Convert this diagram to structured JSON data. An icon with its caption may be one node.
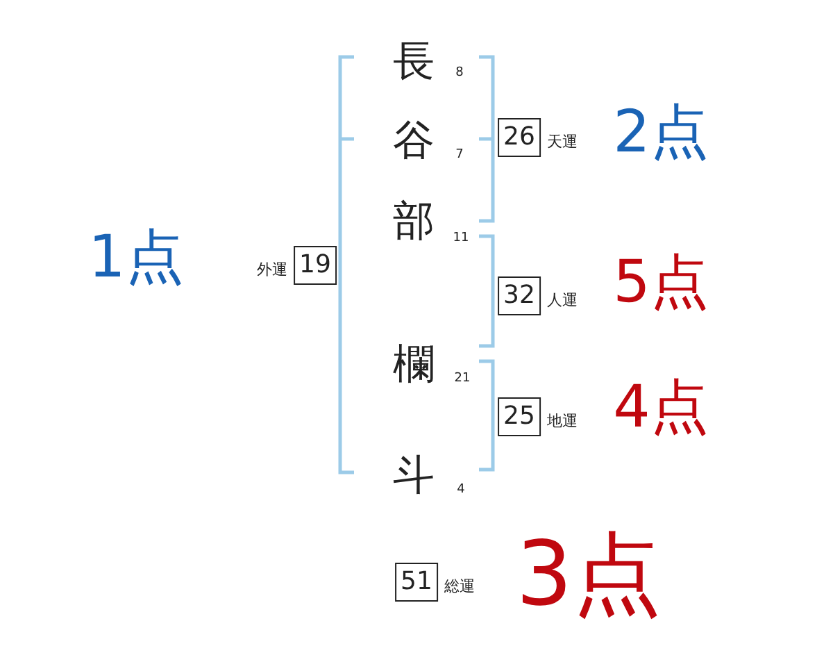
{
  "diagram": {
    "nodes": [
      {
        "text": [
          "26"
        ],
        "beside": [
          "天運"
        ]
      },
      {
        "text": [
          "19"
        ],
        "beside": [
          "外運"
        ]
      },
      {
        "text": [
          "32"
        ],
        "beside": [
          "人運"
        ]
      },
      {
        "text": [
          "25"
        ],
        "beside": [
          "地運"
        ]
      },
      {
        "text": [
          "51"
        ],
        "beside": [
          "総運"
        ]
      }
    ],
    "labels": [
      "1点",
      "長",
      "8",
      "谷",
      "7",
      "部",
      "11",
      "欄",
      "21",
      "斗",
      "4",
      "2点",
      "5点",
      "4点",
      "3点"
    ]
  }
}
